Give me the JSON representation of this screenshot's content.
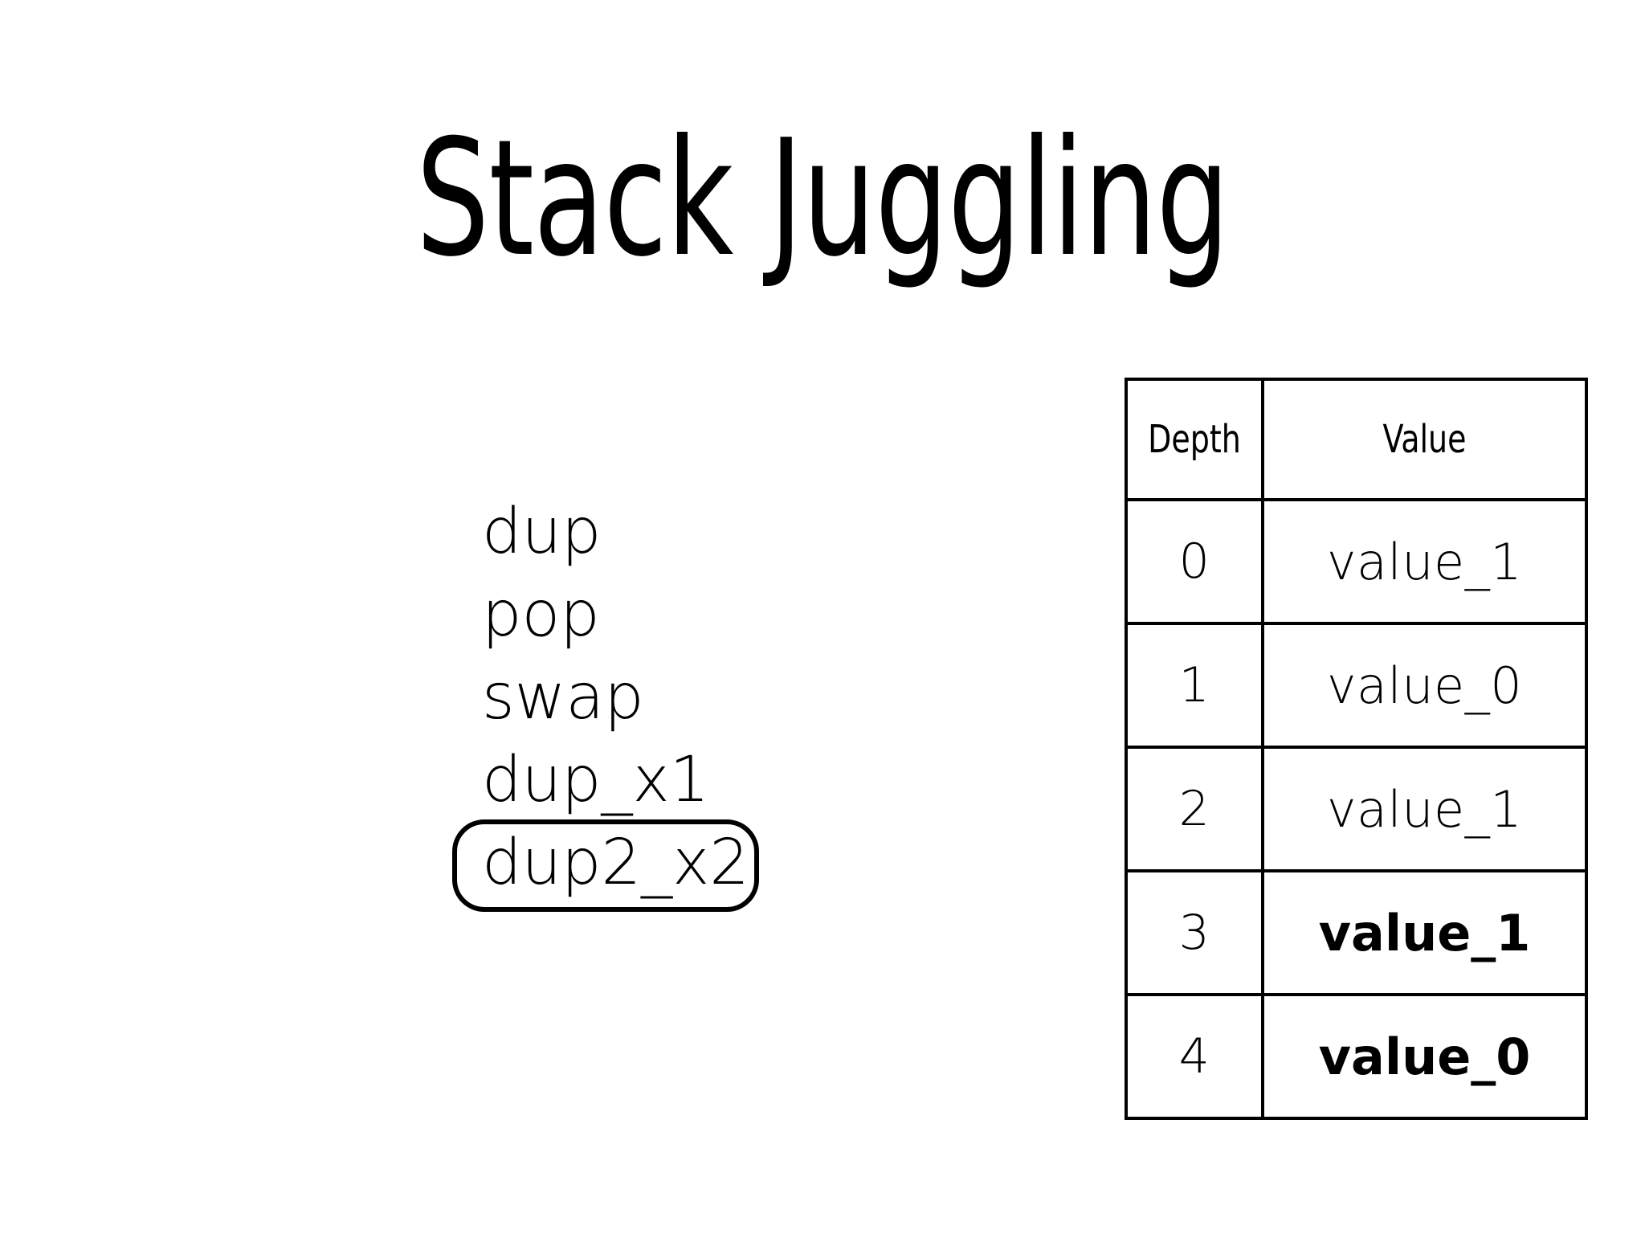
{
  "slide": {
    "title": "Stack Juggling",
    "background_color": "#ffffff",
    "text_color": "#000000"
  },
  "opcode_list": {
    "items": [
      {
        "label": "dup",
        "highlighted": false
      },
      {
        "label": "pop",
        "highlighted": false
      },
      {
        "label": "swap",
        "highlighted": false
      },
      {
        "label": "dup_x1",
        "highlighted": false
      },
      {
        "label": "dup2_x2",
        "highlighted": true
      }
    ],
    "highlight_border_color": "#000000"
  },
  "stack_table": {
    "columns": [
      "Depth",
      "Value"
    ],
    "rows": [
      {
        "depth": "0",
        "value": "value_1",
        "bold": false
      },
      {
        "depth": "1",
        "value": "value_0",
        "bold": false
      },
      {
        "depth": "2",
        "value": "value_1",
        "bold": false
      },
      {
        "depth": "3",
        "value": "value_1",
        "bold": true
      },
      {
        "depth": "4",
        "value": "value_0",
        "bold": true
      }
    ],
    "border_color": "#000000"
  }
}
